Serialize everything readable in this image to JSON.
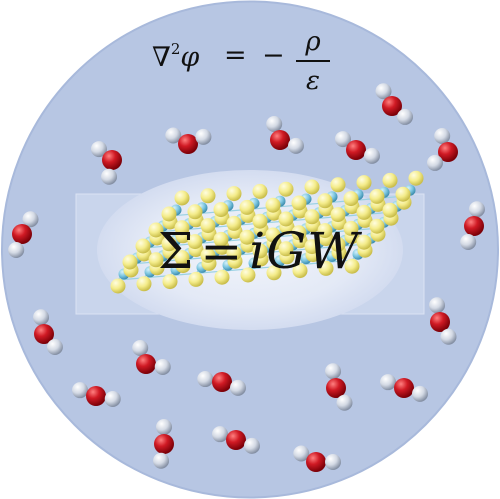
{
  "equations": {
    "poisson": {
      "nabla": "∇",
      "power": "2",
      "potential": "φ",
      "equals": "=",
      "minus": "−",
      "numerator": "ρ",
      "denominator": "ε"
    },
    "gw": {
      "sigma": "Σ",
      "equals": "=",
      "rhs": "iGW"
    }
  },
  "colors": {
    "solvent_sphere": "#b7c6e3",
    "solvent_edge": "#a8b9db",
    "interface_box": "#c9d5ec",
    "core_ellipse": "#e3e9f6",
    "oxygen": "#d01a24",
    "hydrogen": "#d3d9e4",
    "chalcogen_atom": "#f4ec8a",
    "metal_atom": "#7cc6e0"
  },
  "icons": {
    "solvent": "water-molecule-icon",
    "material": "2d-layer-icon"
  }
}
